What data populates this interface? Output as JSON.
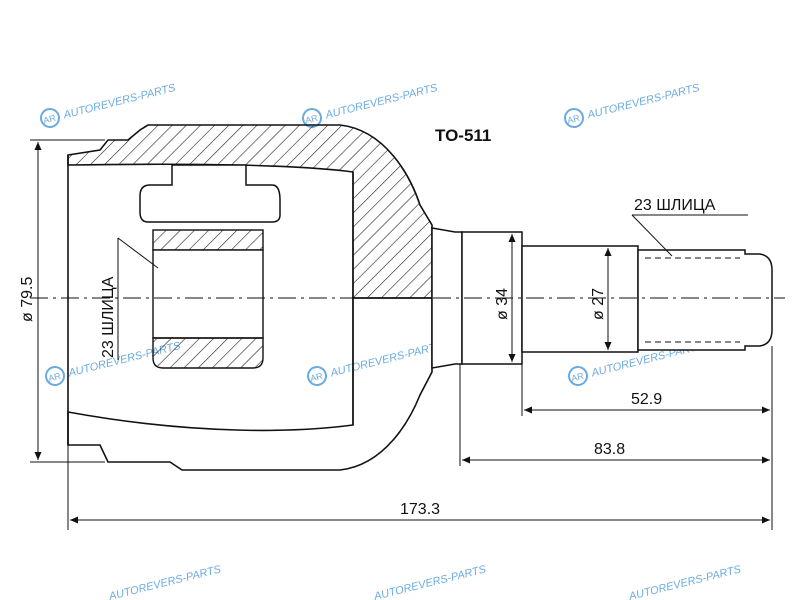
{
  "title": "TO-511",
  "dims": {
    "outer_diameter": "ø 79.5",
    "shaft_diameter_34": "ø 34",
    "shaft_diameter_27": "ø 27",
    "overall_length": "173.3",
    "length_83": "83.8",
    "length_52": "52.9"
  },
  "splines": {
    "inner": "23 ШЛИЦА",
    "outer": "23 ШЛИЦА"
  },
  "watermark": {
    "text": "AUTOREVERS-PARTS",
    "logo_letters": "AR",
    "color": "#3a8fd6"
  }
}
